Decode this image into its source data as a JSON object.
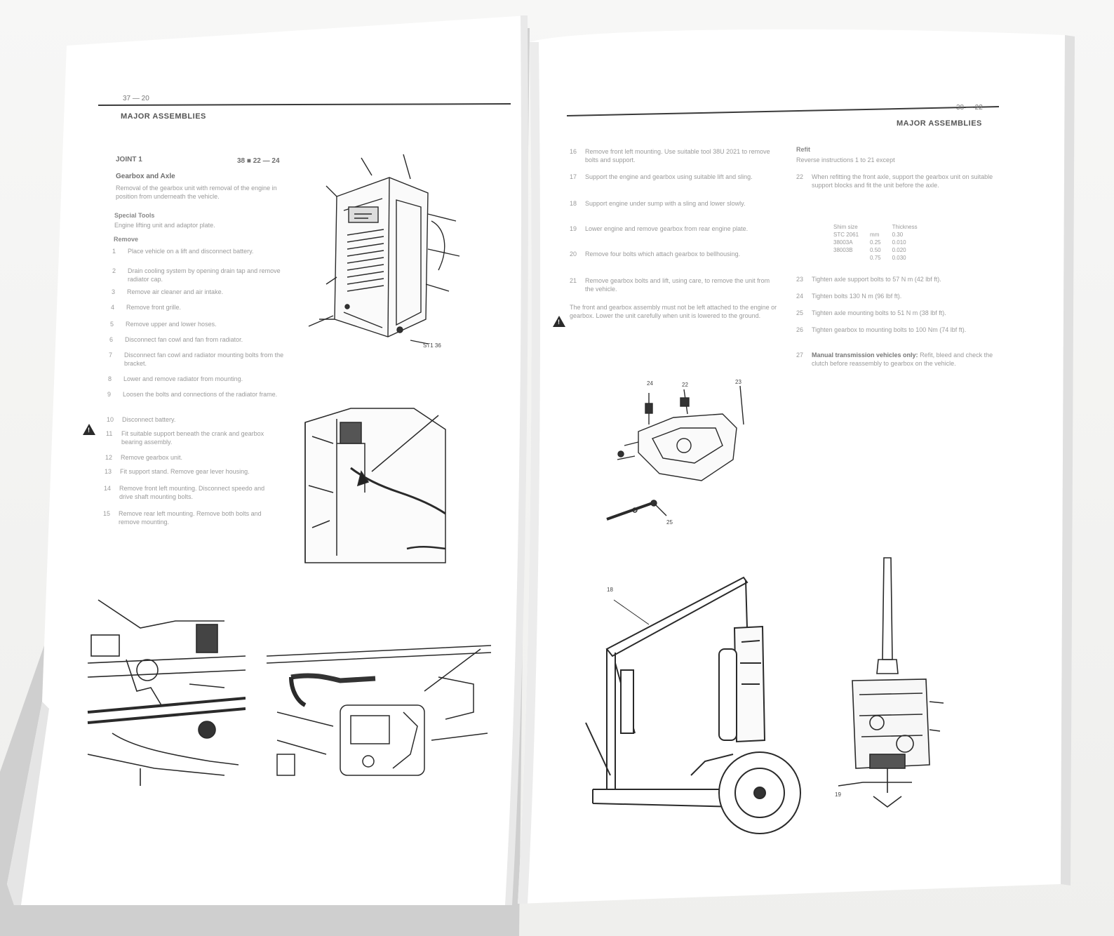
{
  "left_page": {
    "page_number": "37 — 20",
    "header_title": "MAJOR ASSEMBLIES",
    "section": {
      "code": "JOINT 1",
      "ref": "38 ■ 22 — 24",
      "title": "Gearbox and Axle",
      "intro": "Removal of the gearbox unit with removal of the engine in position from underneath the vehicle.",
      "special_tools_heading": "Special Tools",
      "special_tools_text": "Engine lifting unit and adaptor plate.",
      "remove_heading": "Remove"
    },
    "steps": [
      {
        "n": "1",
        "text": "Place vehicle on a lift and disconnect battery."
      },
      {
        "n": "2",
        "text": "Drain cooling system by opening drain tap and remove radiator cap."
      },
      {
        "n": "3",
        "text": "Remove air cleaner and air intake."
      },
      {
        "n": "4",
        "text": "Remove front grille."
      },
      {
        "n": "5",
        "text": "Remove upper and lower hoses."
      },
      {
        "n": "6",
        "text": "Disconnect fan cowl and fan from radiator."
      },
      {
        "n": "7",
        "text": "Disconnect fan cowl and radiator mounting bolts from the bracket."
      },
      {
        "n": "8",
        "text": "Lower and remove radiator from mounting."
      },
      {
        "n": "9",
        "text": "Loosen the bolts and connections of the radiator frame."
      },
      {
        "n": "10",
        "text": "Disconnect battery."
      },
      {
        "n": "11",
        "text": "Fit suitable support beneath the crank and gearbox bearing assembly."
      },
      {
        "n": "12",
        "text": "Remove gearbox unit."
      },
      {
        "n": "13",
        "text": "Fit support stand. Remove gear lever housing."
      },
      {
        "n": "14",
        "text": "Remove front left mounting. Disconnect speedo and drive shaft mounting bolts."
      },
      {
        "n": "15",
        "text": "Remove rear left mounting. Remove both bolts and remove mounting."
      }
    ]
  },
  "right_page": {
    "page_number": "38 — 22",
    "header_title": "MAJOR ASSEMBLIES",
    "steps_col1": [
      {
        "n": "16",
        "text": "Remove front left mounting. Use suitable tool 38U 2021 to remove bolts and support."
      },
      {
        "n": "17",
        "text": "Support the engine and gearbox using suitable lift and sling."
      },
      {
        "n": "18",
        "text": "Support engine under sump with a sling and lower slowly."
      },
      {
        "n": "19",
        "text": "Lower engine and remove gearbox from rear engine plate."
      },
      {
        "n": "20",
        "text": "Remove four bolts which attach gearbox to bellhousing."
      },
      {
        "n": "21",
        "text": "Remove gearbox bolts and lift, using care, to remove the unit from the vehicle."
      }
    ],
    "warning_text": "The front and gearbox assembly must not be left attached to the engine or gearbox. Lower the unit carefully when unit is lowered to the ground.",
    "refit": {
      "heading": "Refit",
      "subheading": "Reverse instructions 1 to 21 except",
      "steps": [
        {
          "n": "22",
          "text": "When refitting the front axle, support the gearbox unit on suitable support blocks and fit the unit before the axle."
        }
      ],
      "table_headers": [
        "Shim size",
        "Thickness"
      ],
      "table_rows": [
        [
          "STC 2061",
          "mm",
          "0.30"
        ],
        [
          "38003A",
          "0.25",
          "0.010"
        ],
        [
          "38003B",
          "0.50",
          "0.020"
        ],
        [
          "",
          "0.75",
          "0.030"
        ]
      ],
      "steps_after": [
        {
          "n": "23",
          "text": "Tighten axle support bolts to 57 N m (42 lbf ft)."
        },
        {
          "n": "24",
          "text": "Tighten bolts 130 N m (96 lbf ft)."
        },
        {
          "n": "25",
          "text": "Tighten axle mounting bolts to 51 N m (38 lbf ft)."
        },
        {
          "n": "26",
          "text": "Tighten gearbox to mounting bolts to 100 Nm (74 lbf ft)."
        },
        {
          "n": "27",
          "bold_text": "Manual transmission vehicles only:",
          "text": "Refit, bleed and check the clutch before reassembly to gearbox on the vehicle."
        }
      ]
    },
    "figure_callouts": [
      "24",
      "22",
      "23",
      "25",
      "18",
      "19"
    ]
  }
}
